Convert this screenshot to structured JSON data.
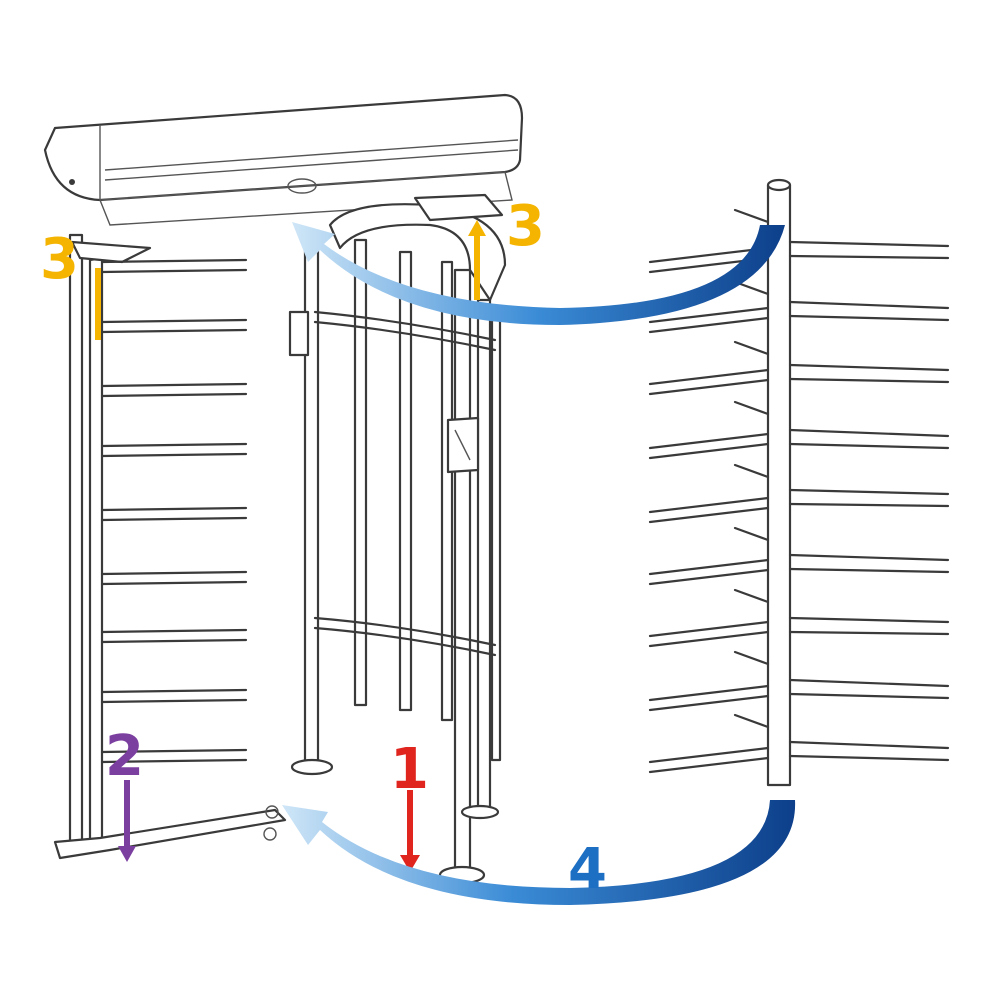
{
  "diagram": {
    "colors": {
      "red": "#e0251f",
      "purple": "#7b3fa0",
      "yellow": "#f4b400",
      "blue": "#1d6fc4",
      "blue_dark": "#0d3f8a",
      "line": "#3a3a3a"
    },
    "labels": {
      "step1": "1",
      "step2": "2",
      "step3_left": "3",
      "step3_right": "3",
      "step4": "4"
    }
  }
}
